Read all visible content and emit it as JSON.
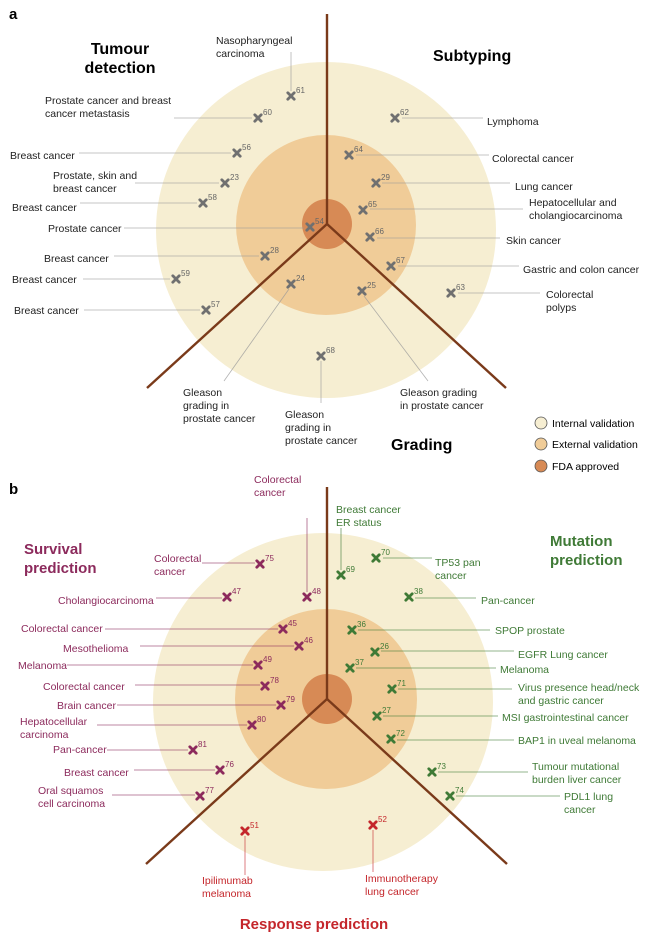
{
  "colors": {
    "internal": "#f6eed2",
    "external": "#f0cc98",
    "fda": "#d78a55",
    "spoke": "#7a3a1a",
    "gray": "#707070",
    "survival": "#8c2a5c",
    "mutation": "#3f7a36",
    "response": "#c4262b",
    "text": "#222222"
  },
  "legend": [
    "Internal validation",
    "External validation",
    "FDA approved"
  ],
  "panel_a": {
    "letter": "a",
    "titles": {
      "tumour": [
        "Tumour",
        "detection"
      ],
      "subtyping": "Subtyping",
      "grading": "Grading"
    },
    "markers": [
      {
        "id": "61",
        "label": [
          "Nasopharyngeal",
          "carcinoma"
        ]
      },
      {
        "id": "60",
        "label": [
          "Prostate cancer and breast",
          "cancer metastasis"
        ]
      },
      {
        "id": "56",
        "label": [
          "Breast cancer"
        ]
      },
      {
        "id": "23",
        "label": [
          "Prostate, skin and",
          "breast cancer"
        ]
      },
      {
        "id": "58",
        "label": [
          "Breast cancer"
        ]
      },
      {
        "id": "54",
        "label": [
          "Prostate cancer"
        ]
      },
      {
        "id": "28",
        "label": [
          "Breast cancer"
        ]
      },
      {
        "id": "59",
        "label": [
          "Breast cancer"
        ]
      },
      {
        "id": "57",
        "label": [
          "Breast cancer"
        ]
      },
      {
        "id": "24",
        "label": [
          "Gleason",
          "grading in",
          "prostate cancer"
        ]
      },
      {
        "id": "68",
        "label": [
          "Gleason",
          "grading in",
          "prostate cancer"
        ]
      },
      {
        "id": "25",
        "label": [
          "Gleason grading",
          "in prostate cancer"
        ]
      },
      {
        "id": "62",
        "label": [
          "Lymphoma"
        ]
      },
      {
        "id": "64",
        "label": [
          "Colorectal cancer"
        ]
      },
      {
        "id": "29",
        "label": [
          "Lung cancer"
        ]
      },
      {
        "id": "65",
        "label": [
          "Hepatocellular and",
          "cholangiocarcinoma"
        ]
      },
      {
        "id": "66",
        "label": [
          "Skin cancer"
        ]
      },
      {
        "id": "67",
        "label": [
          "Gastric and colon cancer"
        ]
      },
      {
        "id": "63",
        "label": [
          "Colorectal",
          "polyps"
        ]
      }
    ]
  },
  "panel_b": {
    "letter": "b",
    "titles": {
      "survival": [
        "Survival",
        "prediction"
      ],
      "mutation": [
        "Mutation",
        "prediction"
      ],
      "response": "Response prediction"
    },
    "markers": [
      {
        "id": "75",
        "group": "survival",
        "label": [
          "Colorectal",
          "cancer"
        ]
      },
      {
        "id": "47",
        "group": "survival",
        "label": [
          "Cholangiocarcinoma"
        ]
      },
      {
        "id": "48",
        "group": "survival",
        "label": [
          "Colorectal",
          "cancer"
        ]
      },
      {
        "id": "45",
        "group": "survival",
        "label": [
          "Colorectal cancer"
        ]
      },
      {
        "id": "46",
        "group": "survival",
        "label": [
          "Mesothelioma"
        ]
      },
      {
        "id": "49",
        "group": "survival",
        "label": [
          "Melanoma"
        ]
      },
      {
        "id": "78",
        "group": "survival",
        "label": [
          "Colorectal cancer"
        ]
      },
      {
        "id": "79",
        "group": "survival",
        "label": [
          "Brain cancer"
        ]
      },
      {
        "id": "80",
        "group": "survival",
        "label": [
          "Hepatocellular",
          "carcinoma"
        ]
      },
      {
        "id": "81",
        "group": "survival",
        "label": [
          "Pan-cancer"
        ]
      },
      {
        "id": "76",
        "group": "survival",
        "label": [
          "Breast cancer"
        ]
      },
      {
        "id": "77",
        "group": "survival",
        "label": [
          "Oral squamos",
          "cell carcinoma"
        ]
      },
      {
        "id": "51",
        "group": "response",
        "label": [
          "Ipilimumab",
          "melanoma"
        ]
      },
      {
        "id": "52",
        "group": "response",
        "label": [
          "Immunotherapy",
          "lung cancer"
        ]
      },
      {
        "id": "69",
        "group": "mutation",
        "label": [
          "Breast cancer",
          "ER status"
        ]
      },
      {
        "id": "70",
        "group": "mutation",
        "label": [
          "TP53 pan",
          "cancer"
        ]
      },
      {
        "id": "38",
        "group": "mutation",
        "label": [
          "Pan-cancer"
        ]
      },
      {
        "id": "36",
        "group": "mutation",
        "label": [
          "SPOP prostate"
        ]
      },
      {
        "id": "26",
        "group": "mutation",
        "label": [
          "EGFR Lung cancer"
        ]
      },
      {
        "id": "37",
        "group": "mutation",
        "label": [
          "Melanoma"
        ]
      },
      {
        "id": "71",
        "group": "mutation",
        "label": [
          "Virus presence head/neck",
          "and gastric cancer"
        ]
      },
      {
        "id": "27",
        "group": "mutation",
        "label": [
          "MSI gastrointestinal cancer"
        ]
      },
      {
        "id": "72",
        "group": "mutation",
        "label": [
          "BAP1 in uveal melanoma"
        ]
      },
      {
        "id": "73",
        "group": "mutation",
        "label": [
          "Tumour mutational",
          "burden liver cancer"
        ]
      },
      {
        "id": "74",
        "group": "mutation",
        "label": [
          "PDL1 lung",
          "cancer"
        ]
      }
    ]
  }
}
